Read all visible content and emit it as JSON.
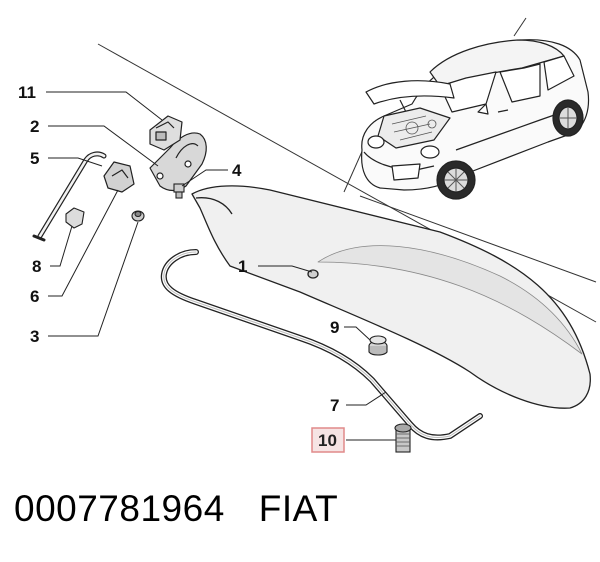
{
  "callouts": [
    {
      "key": "c11",
      "label": "11"
    },
    {
      "key": "c2",
      "label": "2"
    },
    {
      "key": "c5",
      "label": "5"
    },
    {
      "key": "c4",
      "label": "4"
    },
    {
      "key": "c8",
      "label": "8"
    },
    {
      "key": "c6",
      "label": "6"
    },
    {
      "key": "c1",
      "label": "1"
    },
    {
      "key": "c3",
      "label": "3"
    },
    {
      "key": "c9",
      "label": "9"
    },
    {
      "key": "c7",
      "label": "7"
    },
    {
      "key": "c10",
      "label": "10",
      "highlighted": true
    }
  ],
  "highlight_color": "#e08a8a",
  "footer": {
    "part_number": "0007781964",
    "brand": "FIAT"
  }
}
